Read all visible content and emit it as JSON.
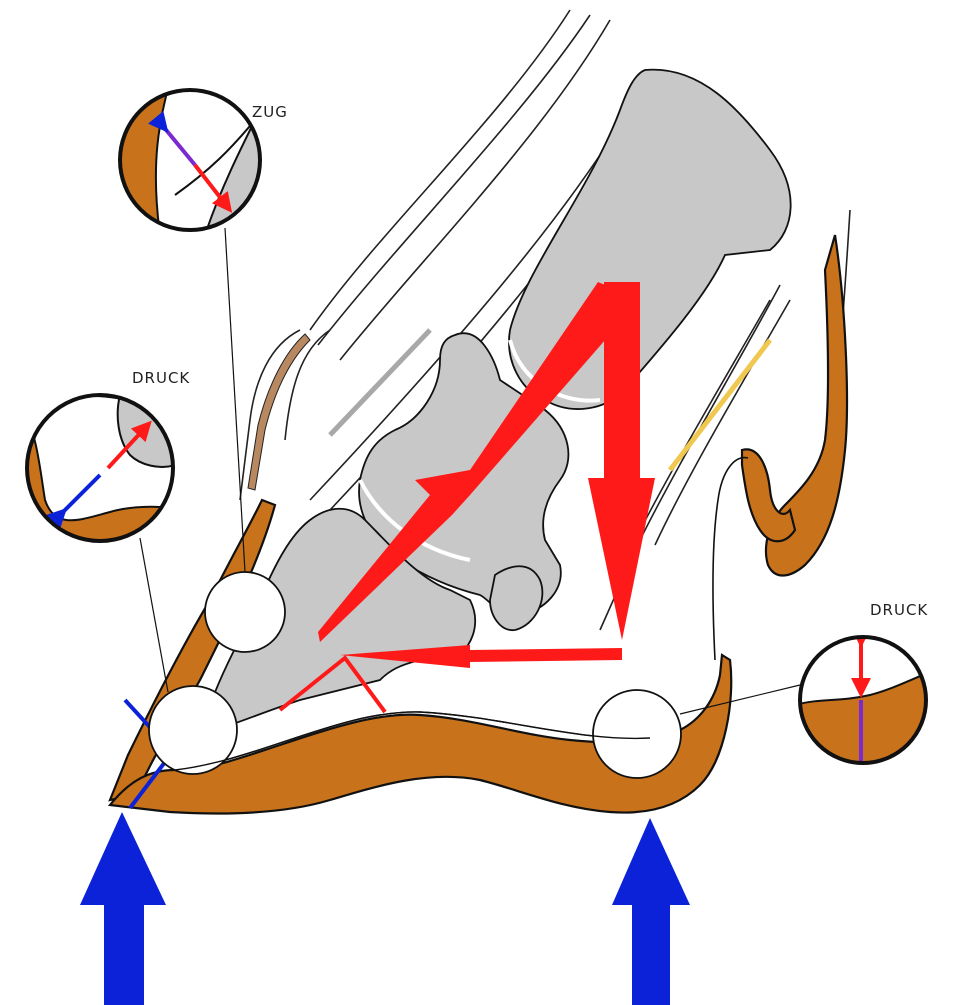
{
  "labels": {
    "zug": "ZUG",
    "druck_left": "DRUCK",
    "druck_right": "DRUCK"
  },
  "colors": {
    "horn": "#c8731c",
    "bone": "#c8c8c8",
    "force_red": "#ff1a1a",
    "force_blue": "#0b22d8",
    "compression_purple": "#7a2ad0",
    "tendon_yellow": "#f0c850",
    "outline": "#111111"
  },
  "icons": {
    "ground_force": "up-arrow",
    "load_force": "down-arrow",
    "magnifier": "circle-inset"
  }
}
